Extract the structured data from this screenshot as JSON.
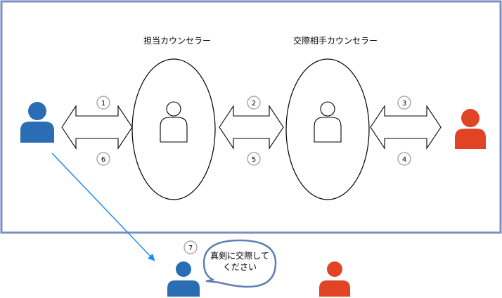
{
  "labels": {
    "counselor_own": "担当カウンセラー",
    "counselor_partner": "交際相手カウンセラー"
  },
  "steps": [
    "1",
    "2",
    "3",
    "4",
    "5",
    "6",
    "7"
  ],
  "speech": {
    "line1": "真剣に交際して",
    "line2": "ください"
  },
  "colors": {
    "frame": "#7a8fc0",
    "user_blue": "#2a6db5",
    "partner_red": "#e04424",
    "arrow_blue": "#1a8cff",
    "bubble_border": "#5f7fb5"
  },
  "icons": {
    "member": "person-icon",
    "partner": "person-icon",
    "counselor": "person-outline-icon"
  }
}
